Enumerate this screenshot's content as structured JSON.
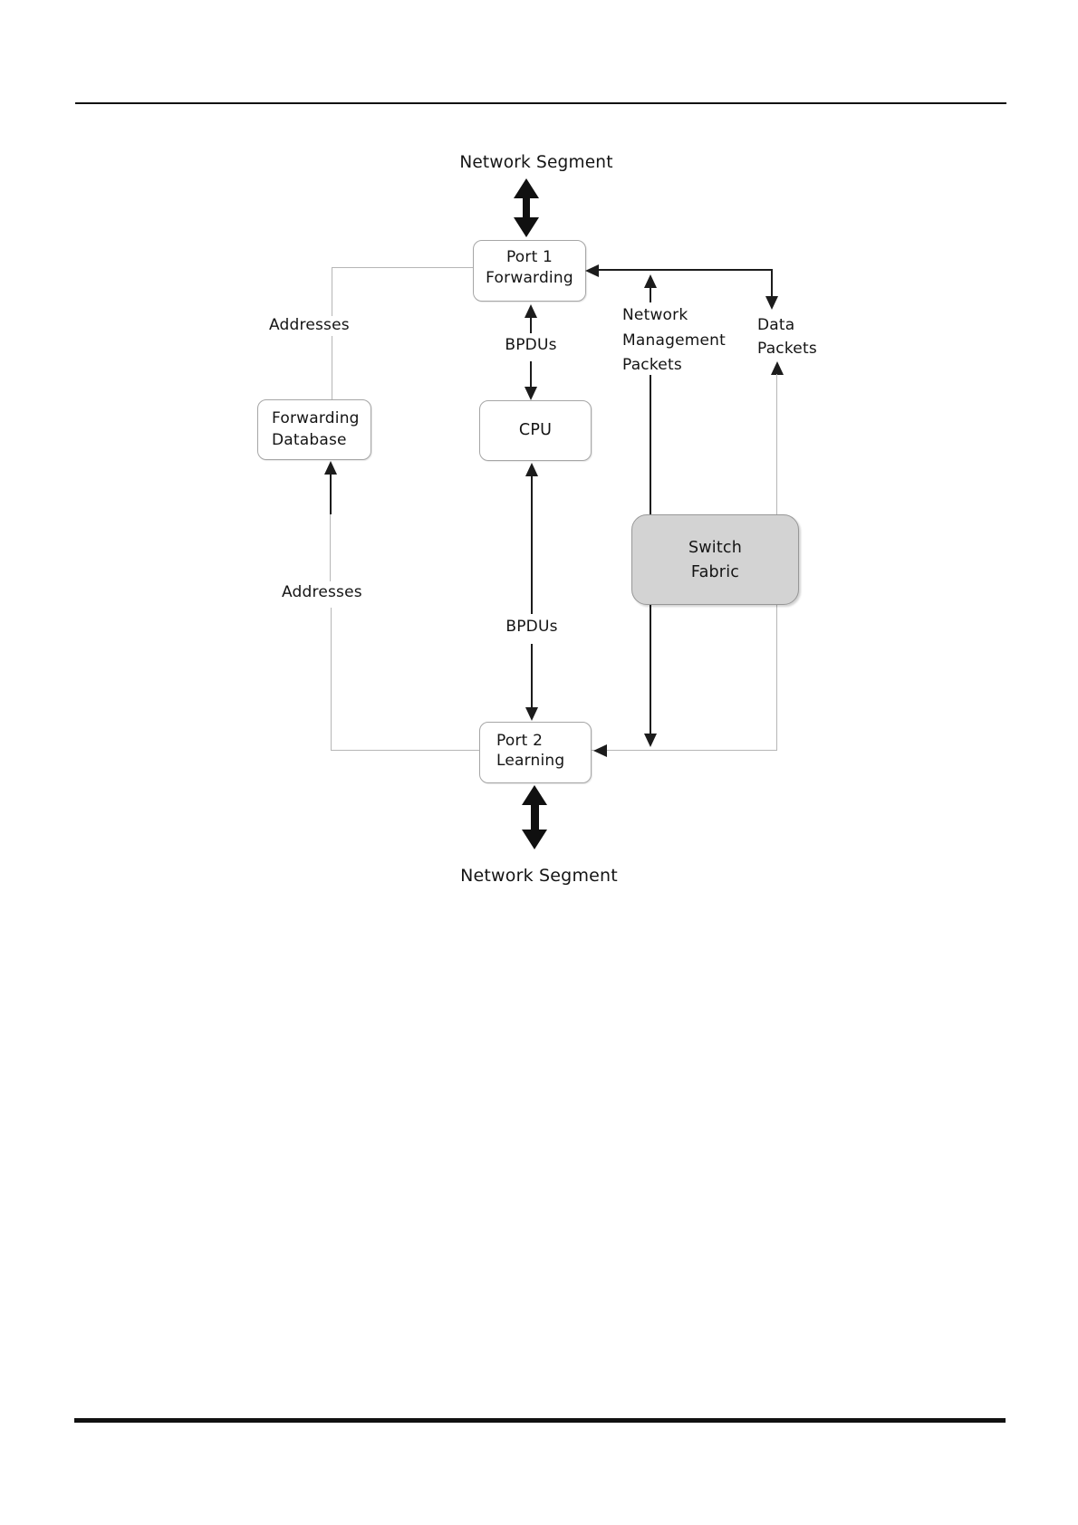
{
  "diagram": {
    "network_segment_top": "Network Segment",
    "network_segment_bottom": "Network Segment",
    "nodes": {
      "port1": {
        "line1": "Port 1",
        "line2": "Forwarding"
      },
      "cpu": {
        "label": "CPU"
      },
      "forwarding_database": {
        "line1": "Forwarding",
        "line2": "Database"
      },
      "switch_fabric": {
        "line1": "Switch",
        "line2": "Fabric"
      },
      "port2": {
        "line1": "Port 2",
        "line2": "Learning"
      }
    },
    "edge_labels": {
      "addresses_upper": "Addresses",
      "addresses_lower": "Addresses",
      "bpdus_upper": "BPDUs",
      "bpdus_lower": "BPDUs",
      "network_management_packets": {
        "line1": "Network",
        "line2": "Management",
        "line3": "Packets"
      },
      "data_packets": {
        "line1": "Data",
        "line2": "Packets"
      }
    },
    "colors": {
      "line_dark": "#1c1c1c",
      "line_light": "#b6b6b6",
      "box_border": "#a6a6a6",
      "switch_fabric_fill": "#d3d3d3",
      "text": "#141414",
      "rule": "#111111"
    }
  }
}
